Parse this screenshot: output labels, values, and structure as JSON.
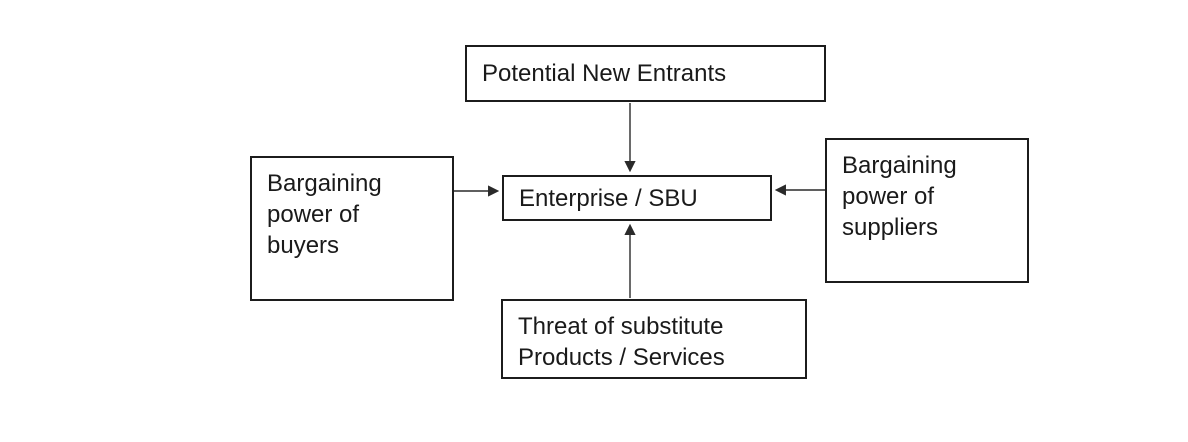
{
  "diagram": {
    "type": "flow-diagram",
    "boxes": {
      "top": {
        "id": "potential-new-entrants",
        "label": "Potential New Entrants"
      },
      "left": {
        "id": "bargaining-power-of-buyers",
        "label": "Bargaining\npower of\nbuyers"
      },
      "center": {
        "id": "enterprise-sbu",
        "label": "Enterprise / SBU"
      },
      "right": {
        "id": "bargaining-power-of-suppliers",
        "label": "Bargaining\npower of\nsuppliers"
      },
      "bottom": {
        "id": "threat-of-substitutes",
        "label": "Threat of substitute\nProducts / Services"
      }
    },
    "arrows": [
      {
        "from": "potential-new-entrants",
        "to": "enterprise-sbu",
        "direction": "down"
      },
      {
        "from": "bargaining-power-of-buyers",
        "to": "enterprise-sbu",
        "direction": "right"
      },
      {
        "from": "bargaining-power-of-suppliers",
        "to": "enterprise-sbu",
        "direction": "left"
      },
      {
        "from": "threat-of-substitutes",
        "to": "enterprise-sbu",
        "direction": "up"
      }
    ],
    "colors": {
      "background": "#ffffff",
      "box_border": "#1c1c1c",
      "text": "#1a1a1a",
      "arrow": "#2a2a2a"
    }
  }
}
